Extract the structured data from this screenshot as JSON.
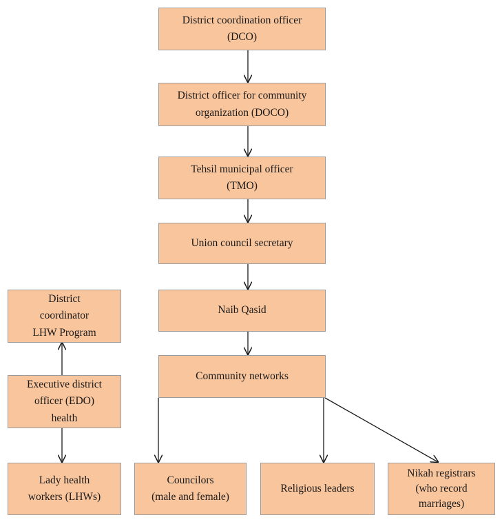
{
  "colors": {
    "box_fill": "#f9c59d",
    "box_border": "#9b9b9b",
    "arrow": "#1a1a1a"
  },
  "nodes": {
    "dco": {
      "lines": [
        "District coordination officer",
        "(DCO)"
      ]
    },
    "doco": {
      "lines": [
        "District officer for community",
        "organization (DOCO)"
      ]
    },
    "tmo": {
      "lines": [
        "Tehsil municipal officer",
        "(TMO)"
      ]
    },
    "uc_secretary": {
      "lines": [
        "Union council secretary"
      ]
    },
    "naib_qasid": {
      "lines": [
        "Naib Qasid"
      ]
    },
    "community_networks": {
      "lines": [
        "Community networks"
      ]
    },
    "district_coordinator_lhw": {
      "lines": [
        "District",
        "coordinator",
        "LHW Program"
      ]
    },
    "edo_health": {
      "lines": [
        "Executive district",
        "officer (EDO)",
        "health"
      ]
    },
    "lhws": {
      "lines": [
        "Lady health",
        "workers (LHWs)"
      ]
    },
    "councilors": {
      "lines": [
        "Councilors",
        "(male and female)"
      ]
    },
    "religious_leaders": {
      "lines": [
        "Religious leaders"
      ]
    },
    "nikah_registrars": {
      "lines": [
        "Nikah registrars",
        "(who record",
        "marriages)"
      ]
    }
  },
  "edges": [
    {
      "from": "dco",
      "to": "doco"
    },
    {
      "from": "doco",
      "to": "tmo"
    },
    {
      "from": "tmo",
      "to": "uc_secretary"
    },
    {
      "from": "uc_secretary",
      "to": "naib_qasid"
    },
    {
      "from": "naib_qasid",
      "to": "community_networks"
    },
    {
      "from": "community_networks",
      "to": "councilors"
    },
    {
      "from": "community_networks",
      "to": "religious_leaders"
    },
    {
      "from": "community_networks",
      "to": "nikah_registrars"
    },
    {
      "from": "edo_health",
      "to": "district_coordinator_lhw"
    },
    {
      "from": "edo_health",
      "to": "lhws"
    }
  ]
}
